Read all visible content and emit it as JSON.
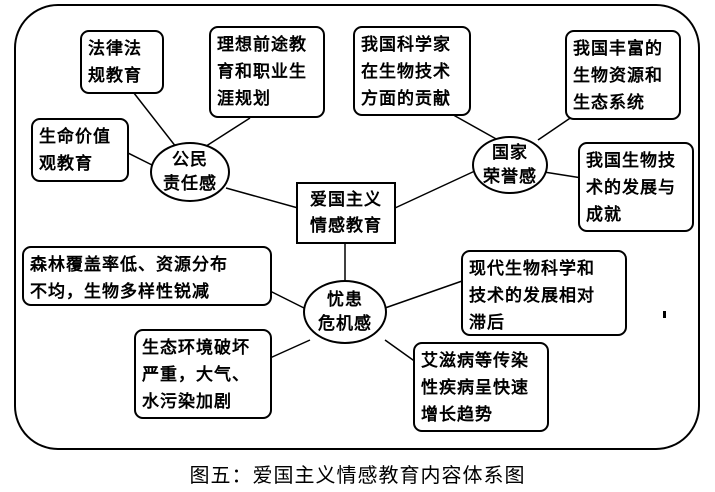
{
  "center": "爱国主义\n情感教育",
  "hubs": {
    "civic": "公民\n责任感",
    "honor": "国家\n荣誉感",
    "crisis": "忧患\n危机感"
  },
  "boxes": {
    "law": "法律法\n规教育",
    "ideal": "理想前途教\n育和职业生\n涯规划",
    "life": "生命价值\n观教育",
    "scientists": "我国科学家\n在生物技术\n方面的贡献",
    "resources": "我国丰富的\n生物资源和\n生态系统",
    "techdev": "我国生物技\n术的发展与\n成就",
    "forest": "森林覆盖率低、资源分布\n不均，生物多样性锐减",
    "modern": "现代生物科学和\n技术的发展相对\n滞后",
    "ecology": "生态环境破坏\n严重，大气、\n水污染加剧",
    "aids": "艾滋病等传染\n性疾病呈快速\n增长趋势"
  },
  "caption": "图五：爱国主义情感教育内容体系图"
}
